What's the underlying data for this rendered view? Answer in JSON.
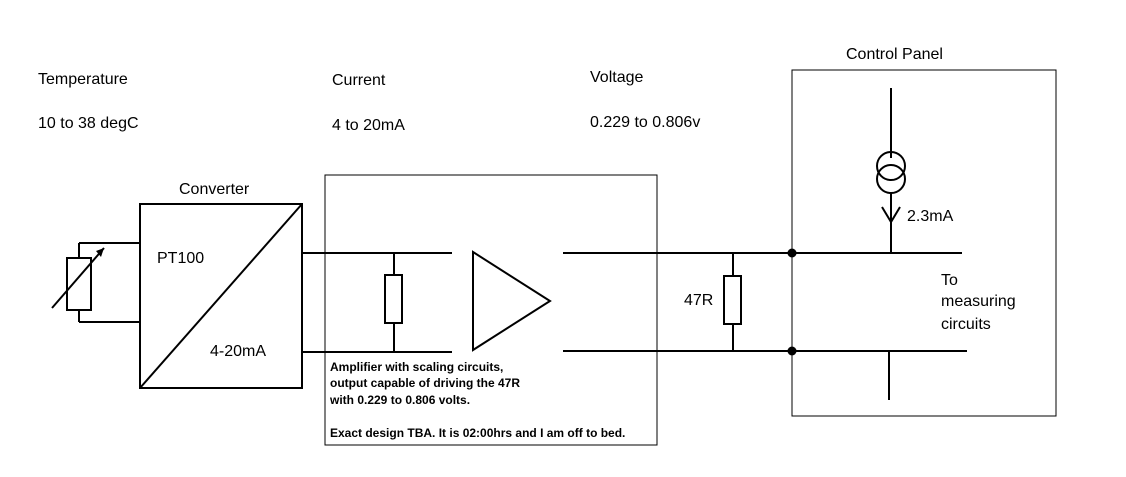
{
  "labels": {
    "temperature_heading": "Temperature",
    "temperature_range": "10 to 38 degC",
    "current_heading": "Current",
    "current_range": "4 to 20mA",
    "voltage_heading": "Voltage",
    "voltage_range": "0.229 to 0.806v",
    "control_panel": "Control Panel",
    "converter": "Converter",
    "pt100": "PT100",
    "output_range": "4-20mA",
    "resistor_value": "47R",
    "source_current": "2.3mA",
    "measuring_1": "To",
    "measuring_2": "measuring",
    "measuring_3": "circuits"
  },
  "note": {
    "line1": "Amplifier with scaling circuits,",
    "line2": "output capable of driving the 47R",
    "line3": "with 0.229 to 0.806 volts.",
    "line4": "Exact design TBA. It is 02:00hrs and I am off to bed."
  }
}
